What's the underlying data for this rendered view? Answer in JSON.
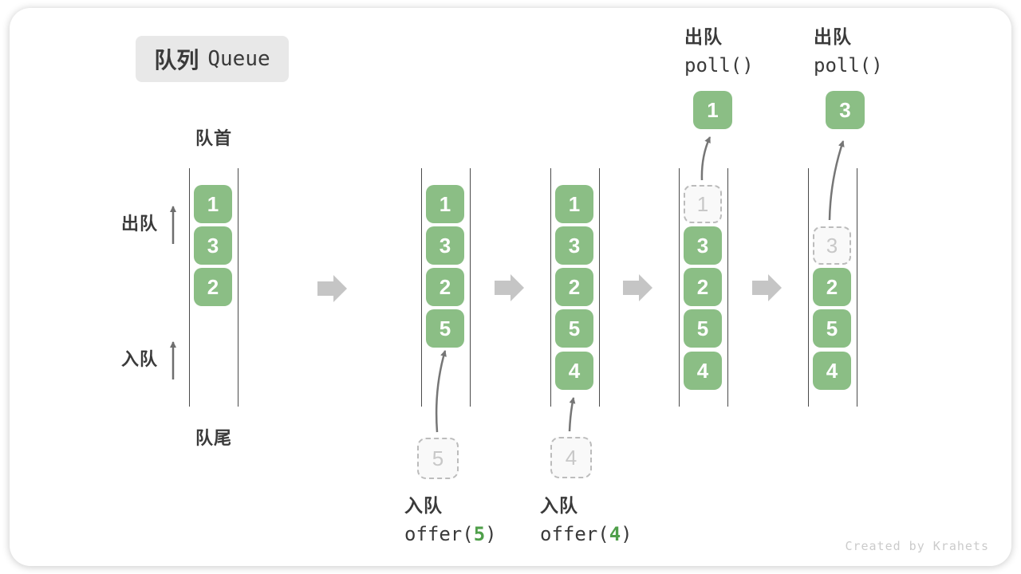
{
  "title": {
    "zh": "队列",
    "en": "Queue"
  },
  "side_labels": {
    "front": "队首",
    "rear": "队尾",
    "dequeue": "出队",
    "enqueue": "入队"
  },
  "columns": [
    {
      "id": "state-initial",
      "items": [
        "1",
        "3",
        "2"
      ]
    },
    {
      "id": "state-after-offer-5",
      "items": [
        "1",
        "3",
        "2",
        "5"
      ],
      "staged_item": "5",
      "op": {
        "label": "入队",
        "code_fn": "offer(",
        "code_arg": "5",
        "code_end": ")"
      }
    },
    {
      "id": "state-after-offer-4",
      "items": [
        "1",
        "3",
        "2",
        "5",
        "4"
      ],
      "staged_item": "4",
      "op": {
        "label": "入队",
        "code_fn": "offer(",
        "code_arg": "4",
        "code_end": ")"
      }
    },
    {
      "id": "state-after-poll-1",
      "removed_item": "1",
      "items": [
        "3",
        "2",
        "5",
        "4"
      ],
      "dequeued_item": "1",
      "op": {
        "label": "出队",
        "code": "poll()"
      }
    },
    {
      "id": "state-after-poll-3",
      "removed_item": "3",
      "items": [
        "2",
        "5",
        "4"
      ],
      "dequeued_item": "3",
      "op": {
        "label": "出队",
        "code": "poll()"
      }
    }
  ],
  "watermark": "Created by Krahets",
  "colors": {
    "box_green": "#8bbe85",
    "code_green": "#4f9f4a",
    "label_dark": "#3a3a3a",
    "tube_line": "#4a4a4a",
    "curve_arrow": "#767676",
    "step_arrow": "#c5c5c5",
    "dashed_border": "#bcbcbc",
    "dashed_fill": "#f9f9f9",
    "dashed_text": "#c8c8c8",
    "badge_bg": "#e8e8e8",
    "watermark": "#cbcbcb"
  }
}
